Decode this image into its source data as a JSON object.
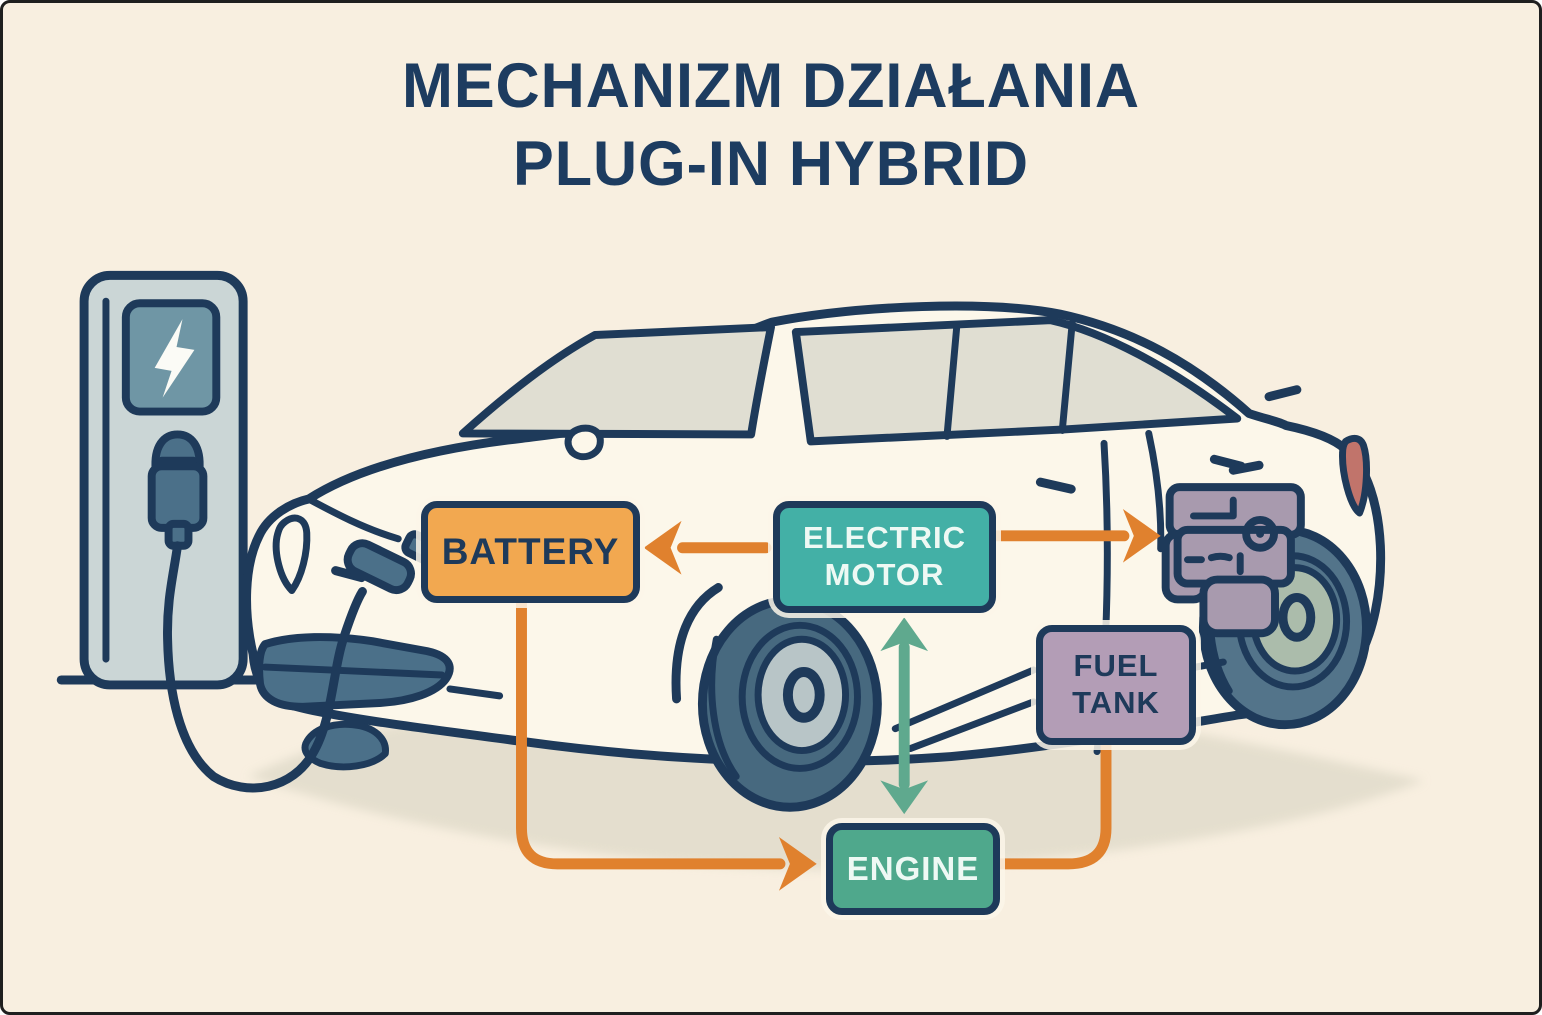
{
  "title": {
    "line1": "MECHANIZM DZIAŁANIA",
    "line2": "PLUG-IN HYBRID"
  },
  "diagram": {
    "nodes": [
      {
        "id": "battery",
        "label": "BATTERY"
      },
      {
        "id": "electric_motor",
        "label": "ELECTRIC MOTOR",
        "line1": "ELECTRIC",
        "line2": "MOTOR"
      },
      {
        "id": "fuel_tank",
        "label": "FUEL TANK",
        "line1": "FUEL",
        "line2": "TANK"
      },
      {
        "id": "engine",
        "label": "ENGINE"
      }
    ],
    "edges": [
      {
        "from": "ELECTRIC MOTOR",
        "to": "BATTERY",
        "style": "orange-arrow"
      },
      {
        "from": "ELECTRIC MOTOR",
        "to": "wheels",
        "style": "orange-arrow"
      },
      {
        "from": "BATTERY",
        "to": "ENGINE",
        "style": "orange-arrow"
      },
      {
        "from": "FUEL TANK",
        "to": "ENGINE",
        "style": "orange-line"
      },
      {
        "from": "ELECTRIC MOTOR",
        "to": "ENGINE",
        "style": "green-double-arrow"
      }
    ],
    "icons": {
      "lightning": "lightning-bolt on charging station screen"
    }
  },
  "colors": {
    "bg": "#f8efe0",
    "frame": "#1f1f1f",
    "navy": "#1e3a5a",
    "title": "#1d3c60",
    "body": "#fcf7ea",
    "glass": "#e0ded2",
    "slate": "#4b7089",
    "station": "#cbd6d6",
    "screen": "#6f96a5",
    "engine_gray": "#a89aae",
    "tire_front": "#47697f",
    "tire_rear": "#53748a",
    "hub_front": "#b8c5c7",
    "hub_rear": "#abbcab",
    "taillight": "#c1746b",
    "shadow": "#ded9c8",
    "orange": "#e0812e",
    "green": "#5fa98e",
    "box_battery": "#f2a850",
    "box_motor": "#43b0a6",
    "box_fuel": "#b39db6",
    "box_engine": "#4fa88c",
    "text_light": "#eef9f4",
    "bolt": "#fbfbf6"
  }
}
